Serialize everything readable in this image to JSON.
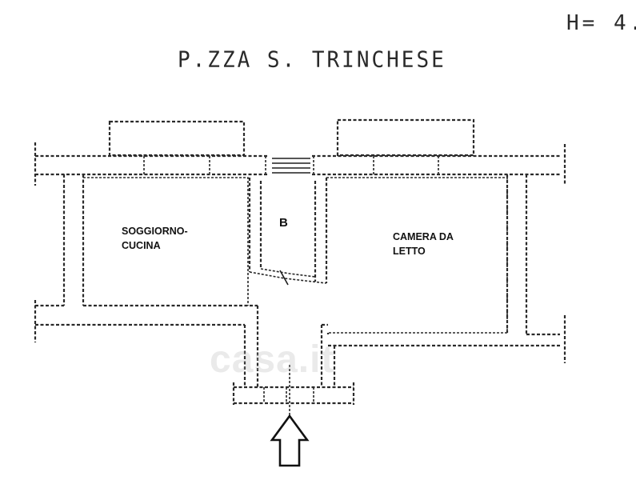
{
  "header": {
    "height_label": "H= 4.",
    "street_label": "P.ZZA S. TRINCHESE"
  },
  "rooms": {
    "soggiorno": "SOGGIORNO-\nCUCINA",
    "bagno": "B",
    "camera": "CAMERA DA\nLETTO"
  },
  "watermark": "casa.it",
  "icons": {
    "entrance": "arrow-up-outline-icon"
  }
}
